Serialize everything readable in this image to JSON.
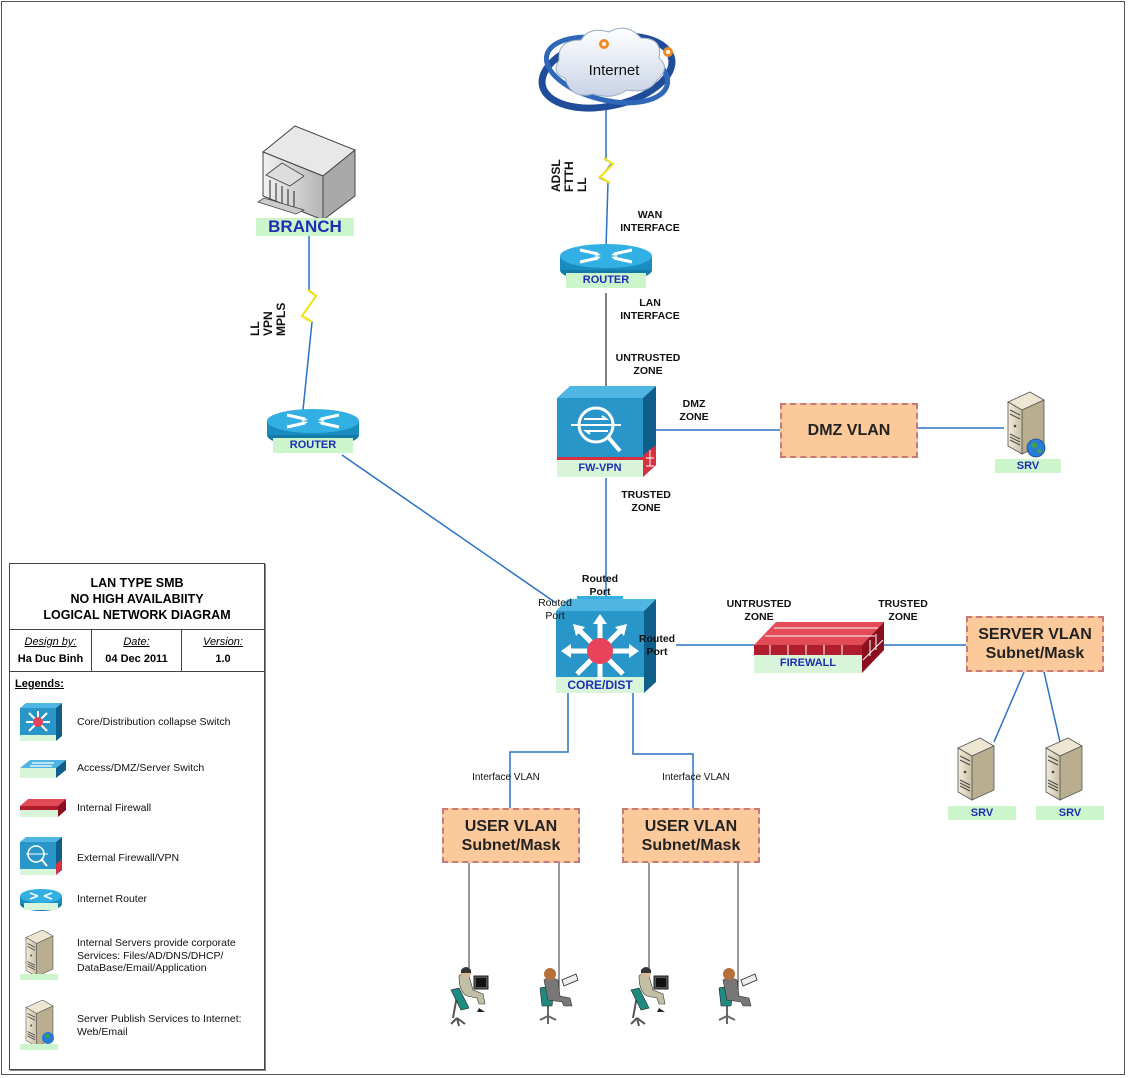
{
  "diagram": {
    "title_lines": [
      "LAN TYPE SMB",
      "NO HIGH AVAILABIITY",
      "LOGICAL NETWORK DIAGRAM"
    ],
    "colors": {
      "link_blue": "#2a72c4",
      "link_gray": "#555555",
      "device_tag_bg": "#ccf5cc",
      "device_tag_text": "#1a2fb5",
      "vlan_fill": "#fbc99a",
      "vlan_border": "#c87a7a",
      "cisco_blue": "#2aa0d8",
      "firewall_red": "#d83040"
    },
    "nodes": {
      "internet": {
        "label": "Internet"
      },
      "branch": {
        "label": "BRANCH"
      },
      "router_wan": {
        "label": "ROUTER"
      },
      "router_branch": {
        "label": "ROUTER"
      },
      "fw_vpn": {
        "label": "FW-VPN"
      },
      "core": {
        "label": "CORE/DIST"
      },
      "firewall": {
        "label": "FIREWALL"
      },
      "dmz_vlan": {
        "label": "DMZ VLAN"
      },
      "server_vlan": {
        "label": "SERVER VLAN\nSubnet/Mask"
      },
      "user_vlan_1": {
        "label": "USER VLAN\nSubnet/Mask"
      },
      "user_vlan_2": {
        "label": "USER VLAN\nSubnet/Mask"
      },
      "srv_dmz": {
        "label": "SRV"
      },
      "srv_1": {
        "label": "SRV"
      },
      "srv_2": {
        "label": "SRV"
      }
    },
    "link_labels": {
      "internet_link": "ADSL\nFTTH\nLL",
      "branch_link": "LL\nVPN\nMPLS",
      "wan_interface": "WAN\nINTERFACE",
      "lan_interface": "LAN\nINTERFACE",
      "fw_untrusted": "UNTRUSTED\nZONE",
      "fw_dmz": "DMZ\nZONE",
      "fw_trusted": "TRUSTED\nZONE",
      "core_top_port": "Routed\nPort",
      "core_left_port": "Routed\nPort",
      "core_right_port": "Routed\nPort",
      "int_fw_untrusted": "UNTRUSTED\nZONE",
      "int_fw_trusted": "TRUSTED\nZONE",
      "iface_vlan_1": "Interface VLAN",
      "iface_vlan_2": "Interface VLAN"
    },
    "users": [
      {
        "type": "male-user-desktop"
      },
      {
        "type": "female-user-laptop"
      },
      {
        "type": "male-user-desktop"
      },
      {
        "type": "female-user-laptop"
      }
    ]
  },
  "legend_box": {
    "meta": [
      {
        "key": "Design by:",
        "value": "Ha Duc Binh"
      },
      {
        "key": "Date:",
        "value": "04 Dec 2011"
      },
      {
        "key": "Version:",
        "value": "1.0"
      }
    ],
    "heading": "Legends:",
    "items": [
      {
        "icon": "core-switch-icon",
        "text": "Core/Distribution collapse Switch"
      },
      {
        "icon": "access-switch-icon",
        "text": "Access/DMZ/Server Switch"
      },
      {
        "icon": "internal-firewall-icon",
        "text": "Internal Firewall"
      },
      {
        "icon": "external-firewall-vpn-icon",
        "text": "External Firewall/VPN"
      },
      {
        "icon": "internet-router-icon",
        "text": "Internet Router"
      },
      {
        "icon": "internal-server-icon",
        "text": "Internal Servers provide corporate\nServices: Files/AD/DNS/DHCP/\nDataBase/Email/Application"
      },
      {
        "icon": "public-server-icon",
        "text": "Server Publish Services to Internet:\nWeb/Email"
      }
    ]
  }
}
